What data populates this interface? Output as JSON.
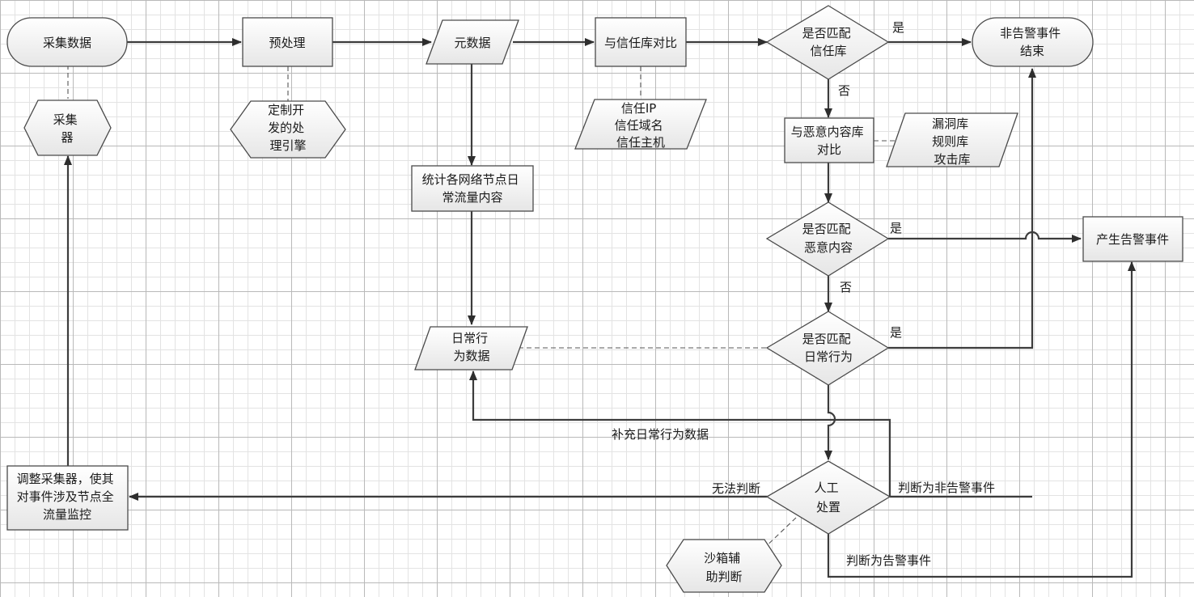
{
  "nodes": {
    "collect": [
      "采集数据"
    ],
    "preprocess": [
      "预处理"
    ],
    "metadata": [
      "元数据"
    ],
    "trust_compare": [
      "与信任库对比"
    ],
    "match_trust": [
      "是否匹配",
      "信任库"
    ],
    "non_alarm_end": [
      "非告警事件",
      "结束"
    ],
    "collector": [
      "采集",
      "器"
    ],
    "custom_engine": [
      "定制开",
      "发的处",
      "理引擎"
    ],
    "trust_items": [
      "信任IP",
      "信任域名",
      "信任主机"
    ],
    "malicious_compare": [
      "与恶意内容库",
      "对比"
    ],
    "vuln_db": [
      "漏洞库",
      "规则库",
      "攻击库"
    ],
    "stats": [
      "统计各网络节点日",
      "常流量内容"
    ],
    "match_malicious": [
      "是否匹配",
      "恶意内容"
    ],
    "gen_alarm": [
      "产生告警事件"
    ],
    "daily_data": [
      "日常行",
      "为数据"
    ],
    "match_daily": [
      "是否匹配",
      "日常行为"
    ],
    "adjust": [
      "调整采集器，使其",
      "对事件涉及节点全",
      "流量监控"
    ],
    "manual": [
      "人工",
      "处置"
    ],
    "sandbox": [
      "沙箱辅",
      "助判断"
    ]
  },
  "edge_labels": {
    "yes_trust": "是",
    "no_trust": "否",
    "yes_malicious": "是",
    "no_malicious": "否",
    "yes_daily": "是",
    "supplement": "补充日常行为数据",
    "cannot_judge": "无法判断",
    "judge_non_alarm": "判断为非告警事件",
    "judge_alarm": "判断为告警事件"
  }
}
